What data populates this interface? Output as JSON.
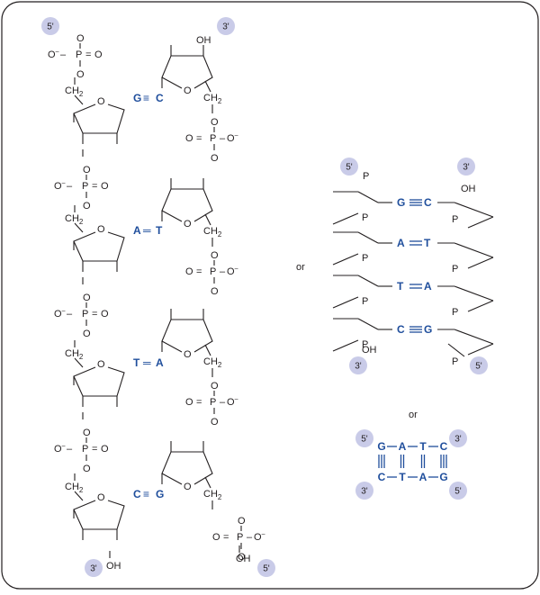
{
  "labels": {
    "five_prime": "5'",
    "three_prime": "3'",
    "or": "or",
    "oh": "OH",
    "p": "P",
    "o": "O",
    "p_eq_o": "P = O",
    "o_eq_p": "O = P",
    "ch": "CH",
    "ch_sub": "2",
    "minus": "–"
  },
  "left_strand": {
    "pairs": [
      {
        "left": "G",
        "bond": "≡",
        "right": "C"
      },
      {
        "left": "A",
        "bond": "═",
        "right": "T"
      },
      {
        "left": "T",
        "bond": "═",
        "right": "A"
      },
      {
        "left": "C",
        "bond": "≡",
        "right": "G"
      }
    ]
  },
  "ladder": {
    "pairs": [
      {
        "left": "G",
        "right": "C",
        "bond": "triple"
      },
      {
        "left": "A",
        "right": "T",
        "bond": "double"
      },
      {
        "left": "T",
        "right": "A",
        "bond": "double"
      },
      {
        "left": "C",
        "right": "G",
        "bond": "triple"
      }
    ]
  },
  "short_form": {
    "top": [
      "G",
      "A",
      "T",
      "C"
    ],
    "bottom": [
      "C",
      "T",
      "A",
      "G"
    ],
    "bonds": [
      "triple",
      "double",
      "double",
      "triple"
    ]
  },
  "colors": {
    "base_blue": "#1f4e9c",
    "badge_fill": "#c9cbe8",
    "line": "#231f20"
  }
}
